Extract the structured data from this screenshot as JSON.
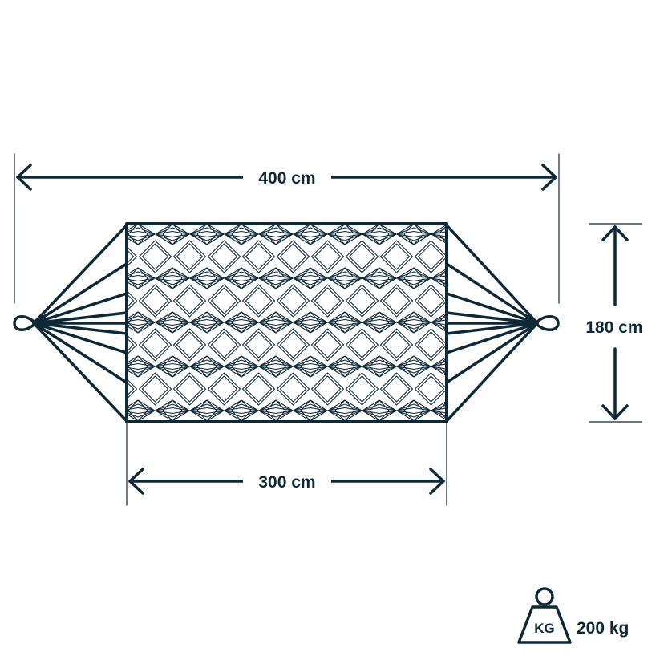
{
  "dimensions": {
    "total_length": "400 cm",
    "bed_length": "300 cm",
    "width": "180 cm"
  },
  "weight": {
    "badge": "KG",
    "capacity": "200 kg"
  },
  "colors": {
    "ink": "#0f2836",
    "background": "#ffffff"
  },
  "icons": [
    "weight-icon",
    "hammock-illustration",
    "arrow-left-icon",
    "arrow-right-icon",
    "arrow-up-icon",
    "arrow-down-icon"
  ]
}
